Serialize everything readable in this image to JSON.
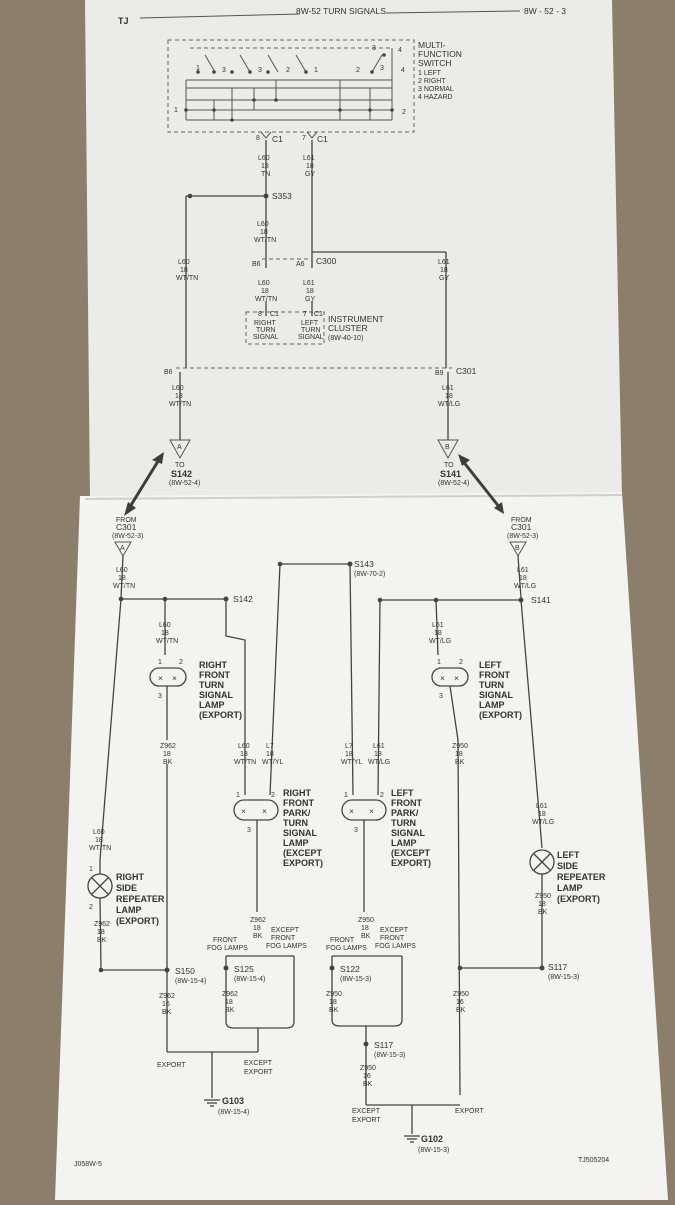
{
  "header": {
    "model": "TJ",
    "title": "8W-52 TURN SIGNALS",
    "page": "8W - 52 - 3"
  },
  "footer": {
    "left": "J058W-5",
    "right": "TJ505204"
  },
  "switch": {
    "name": [
      "MULTI-",
      "FUNCTION",
      "SWITCH"
    ],
    "positions": [
      "1 LEFT",
      "2 RIGHT",
      "3 NORMAL",
      "4 HAZARD"
    ],
    "contact_nums": [
      "3",
      "4",
      "1",
      "3",
      "3",
      "2",
      "1",
      "2",
      "3",
      "4",
      "1",
      "2"
    ]
  },
  "connectors": {
    "c1_left": {
      "pin": "8",
      "name": "C1"
    },
    "c1_right": {
      "pin": "7",
      "name": "C1"
    },
    "s353": "S353",
    "c300": {
      "pin_left": "B6",
      "pin_right": "A6",
      "name": "C300"
    },
    "cluster_pins": {
      "left": "8",
      "right": "7",
      "name": "C1"
    },
    "c301": {
      "pin_left": "B6",
      "pin_right": "B9",
      "name": "C301"
    }
  },
  "wires_top": {
    "l60_tn": [
      "L60",
      "18",
      "TN"
    ],
    "l61_gy": [
      "L61",
      "18",
      "GY"
    ],
    "l60_wttn": [
      "L60",
      "18",
      "WT/TN"
    ],
    "l60_wttn_a": [
      "L60",
      "18",
      "WT/TN"
    ],
    "l60_wttn_b": [
      "L60",
      "18",
      "WT/TN"
    ],
    "l61_gy_b": [
      "L61",
      "18",
      "GY"
    ],
    "l61_gy_c": [
      "L61",
      "18",
      "GY"
    ],
    "l60_wttn_c": [
      "L60",
      "18",
      "WT/TN"
    ],
    "l61_wtlg": [
      "L61",
      "18",
      "WT/LG"
    ]
  },
  "cluster": {
    "right": [
      "RIGHT",
      "TURN",
      "SIGNAL"
    ],
    "left": [
      "LEFT",
      "TURN",
      "SIGNAL"
    ],
    "name": [
      "INSTRUMENT",
      "CLUSTER"
    ],
    "ref": "(8W-40-10)"
  },
  "to_s142": {
    "letter": "A",
    "to": "TO",
    "splice": "S142",
    "ref": "(8W-52-4)"
  },
  "to_s141": {
    "letter": "B",
    "to": "TO",
    "splice": "S141",
    "ref": "(8W-52-4)"
  },
  "from_left": {
    "from": "FROM",
    "conn": "C301",
    "ref": "(8W-52-3)",
    "letter": "A",
    "wire": [
      "L60",
      "18",
      "WT/TN"
    ]
  },
  "from_right": {
    "from": "FROM",
    "conn": "C301",
    "ref": "(8W-52-3)",
    "letter": "B",
    "wire": [
      "L61",
      "18",
      "WT/LG"
    ]
  },
  "splices": {
    "s142": "S142",
    "s143": "S143",
    "s143_ref": "(8W-70-2)",
    "s141": "S141",
    "s150": "S150",
    "s150_ref": "(8W-15-4)",
    "s125": "S125",
    "s125_ref": "(8W-15-4)",
    "s122": "S122",
    "s122_ref": "(8W-15-3)",
    "s117a": "S117",
    "s117a_ref": "(8W-15-3)",
    "s117b": "S117",
    "s117b_ref": "(8W-15-3)"
  },
  "lamps": {
    "rf_turn": [
      "RIGHT",
      "FRONT",
      "TURN",
      "SIGNAL",
      "LAMP",
      "(EXPORT)"
    ],
    "lf_turn": [
      "LEFT",
      "FRONT",
      "TURN",
      "SIGNAL",
      "LAMP",
      "(EXPORT)"
    ],
    "rf_park": [
      "RIGHT",
      "FRONT",
      "PARK/",
      "TURN",
      "SIGNAL",
      "LAMP",
      "(EXCEPT",
      "EXPORT)"
    ],
    "lf_park": [
      "LEFT",
      "FRONT",
      "PARK/",
      "TURN",
      "SIGNAL",
      "LAMP",
      "(EXCEPT",
      "EXPORT)"
    ],
    "r_rep": [
      "RIGHT",
      "SIDE",
      "REPEATER",
      "LAMP",
      "(EXPORT)"
    ],
    "l_rep": [
      "LEFT",
      "SIDE",
      "REPEATER",
      "LAMP",
      "(EXPORT)"
    ],
    "pins": {
      "one": "1",
      "two": "2",
      "three": "3"
    }
  },
  "wires_bottom": {
    "l60_rft": [
      "L60",
      "18",
      "WT/TN"
    ],
    "l61_lft": [
      "L61",
      "18",
      "WT/LG"
    ],
    "z962_rft": [
      "Z962",
      "18",
      "BK"
    ],
    "z950_lft": [
      "Z950",
      "18",
      "BK"
    ],
    "l60_park": [
      "L60",
      "18",
      "WT/TN"
    ],
    "l7_r": [
      "L7",
      "18",
      "WT/YL"
    ],
    "l7_l": [
      "L7",
      "18",
      "WT/YL"
    ],
    "l61_park": [
      "L61",
      "18",
      "WT/LG"
    ],
    "l60_rep": [
      "L60",
      "18",
      "WT/TN"
    ],
    "z962_rep": [
      "Z962",
      "18",
      "BK"
    ],
    "l61_rep": [
      "L61",
      "18",
      "WT/LG"
    ],
    "z950_rep": [
      "Z950",
      "18",
      "BK"
    ],
    "z962_rpk": [
      "Z962",
      "18",
      "BK"
    ],
    "z950_lpk": [
      "Z950",
      "18",
      "BK"
    ],
    "z962_s150": [
      "Z962",
      "16",
      "BK"
    ],
    "z962_s125": [
      "Z962",
      "18",
      "BK"
    ],
    "z950_s122": [
      "Z950",
      "18",
      "BK"
    ],
    "z950_s117": [
      "Z950",
      "16",
      "BK"
    ],
    "z950_right": [
      "Z950",
      "16",
      "BK"
    ]
  },
  "options": {
    "front_fog_r": [
      "FRONT",
      "FOG LAMPS"
    ],
    "except_fog_r": [
      "EXCEPT",
      "FRONT",
      "FOG LAMPS"
    ],
    "front_fog_l": [
      "FRONT",
      "FOG LAMPS"
    ],
    "except_fog_l": [
      "EXCEPT",
      "FRONT",
      "FOG LAMPS"
    ],
    "export_l": "EXPORT",
    "except_export_l": [
      "EXCEPT",
      "EXPORT"
    ],
    "except_export_r": [
      "EXCEPT",
      "EXPORT"
    ],
    "export_r": "EXPORT"
  },
  "grounds": {
    "g103": "G103",
    "g103_ref": "(8W-15-4)",
    "g102": "G102",
    "g102_ref": "(8W-15-3)"
  }
}
